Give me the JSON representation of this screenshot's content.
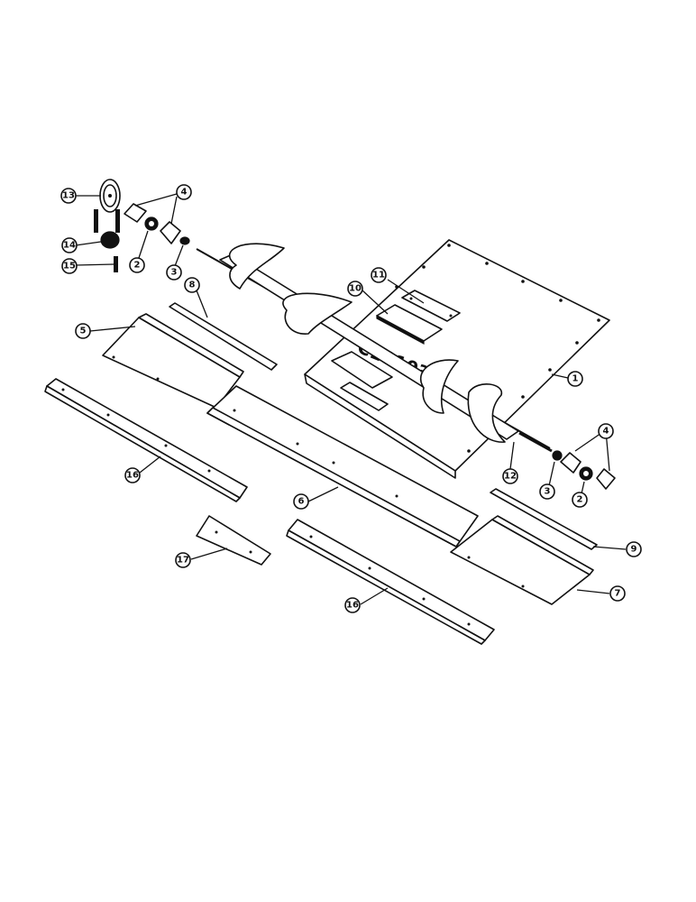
{
  "diagram": {
    "type": "exploded-parts-view",
    "callouts": [
      {
        "id": "c13",
        "label": "13"
      },
      {
        "id": "c4a",
        "label": "4"
      },
      {
        "id": "c14",
        "label": "14"
      },
      {
        "id": "c2a",
        "label": "2"
      },
      {
        "id": "c3a",
        "label": "3"
      },
      {
        "id": "c15",
        "label": "15"
      },
      {
        "id": "c8",
        "label": "8"
      },
      {
        "id": "c11",
        "label": "11"
      },
      {
        "id": "c10",
        "label": "10"
      },
      {
        "id": "c5",
        "label": "5"
      },
      {
        "id": "c1",
        "label": "1"
      },
      {
        "id": "c16a",
        "label": "16"
      },
      {
        "id": "c6",
        "label": "6"
      },
      {
        "id": "c12",
        "label": "12"
      },
      {
        "id": "c4b",
        "label": "4"
      },
      {
        "id": "c3b",
        "label": "3"
      },
      {
        "id": "c2b",
        "label": "2"
      },
      {
        "id": "c9",
        "label": "9"
      },
      {
        "id": "c17",
        "label": "17"
      },
      {
        "id": "c7",
        "label": "7"
      },
      {
        "id": "c16b",
        "label": "16"
      }
    ],
    "stamp_text": "C10103"
  }
}
